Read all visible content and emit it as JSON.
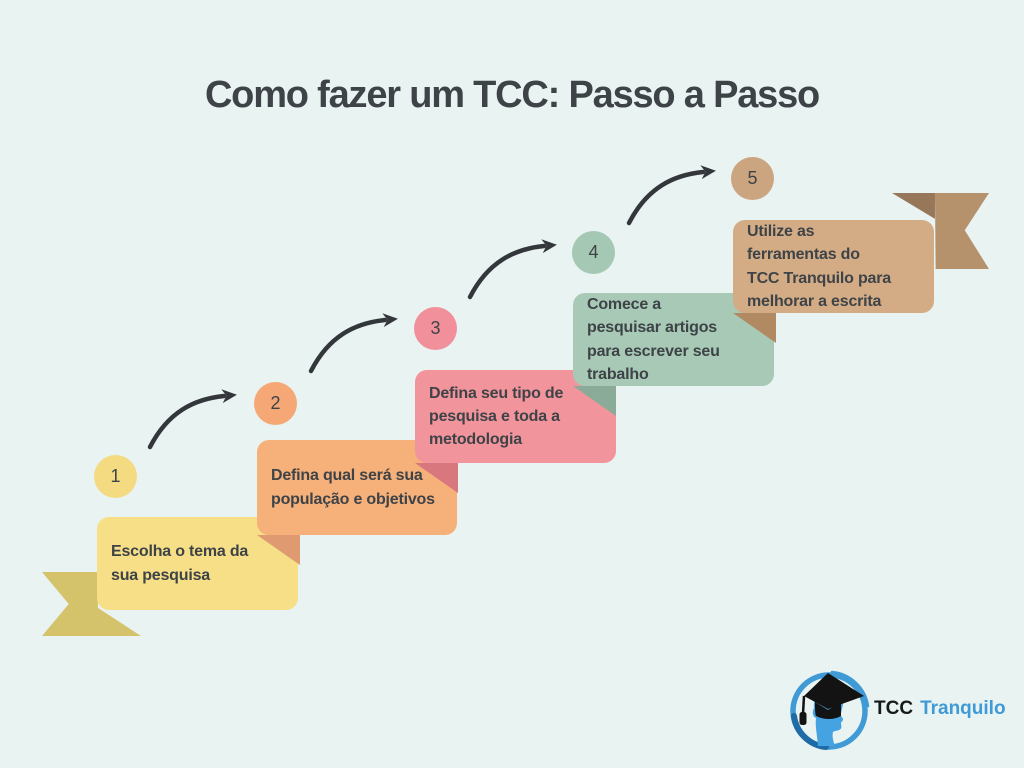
{
  "title": "Como fazer um TCC: Passo a Passo",
  "steps": [
    {
      "number": "1",
      "text": "Escolha o tema da\nsua pesquisa",
      "box_color": "#f6df87",
      "circle_color": "#f4db82",
      "fold_color": null
    },
    {
      "number": "2",
      "text": "Defina qual será sua\npopulação e objetivos",
      "box_color": "#f6b07a",
      "circle_color": "#f5a876",
      "fold_color": "#df9a71"
    },
    {
      "number": "3",
      "text": "Defina seu tipo de\npesquisa e toda a\nmetodologia",
      "box_color": "#f2949b",
      "circle_color": "#f1909a",
      "fold_color": "#d9777f"
    },
    {
      "number": "4",
      "text": "Comece a\npesquisar artigos\npara escrever seu\ntrabalho",
      "box_color": "#a7c9b6",
      "circle_color": "#a5c8b4",
      "fold_color": "#8aab98"
    },
    {
      "number": "5",
      "text": "Utilize as\nferramentas do\nTCC Tranquilo para\nmelhorar a escrita",
      "box_color": "#d3ac86",
      "circle_color": "#cba57f",
      "fold_color": "#b18a63"
    }
  ],
  "ribbons": {
    "bottom_left_color": "#d5c36b",
    "top_right_color": "#b5916c",
    "top_right_fold_color": "#97775a"
  },
  "colors": {
    "background": "#e9f3f2",
    "ink": "#3e4347",
    "arrow": "#33373b"
  },
  "logo": {
    "text_primary": "TCC",
    "text_secondary": "Tranquilo",
    "ink_color": "#17181a",
    "blue_color": "#3f9ad5",
    "light_blue_color": "#46a3e2",
    "dark_blue_color": "#1f6ba6",
    "cap_color": "#131313"
  }
}
